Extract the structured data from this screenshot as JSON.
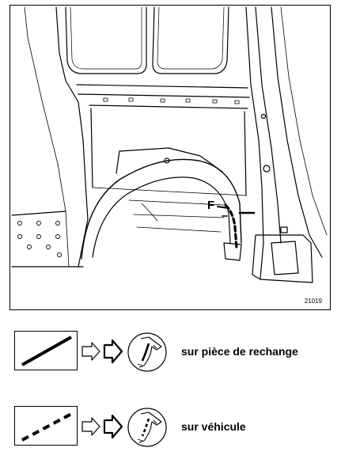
{
  "figure": {
    "callout_letter": "F",
    "figure_number": "21019"
  },
  "legend": [
    {
      "line_style": "solid",
      "icons": [
        "arrow-icon",
        "hollow-arrow-icon",
        "weld-detail-icon"
      ],
      "label": "sur pièce de rechange"
    },
    {
      "line_style": "dashed",
      "icons": [
        "arrow-icon",
        "hollow-arrow-icon",
        "weld-detail-icon"
      ],
      "label": "sur véhicule"
    }
  ]
}
